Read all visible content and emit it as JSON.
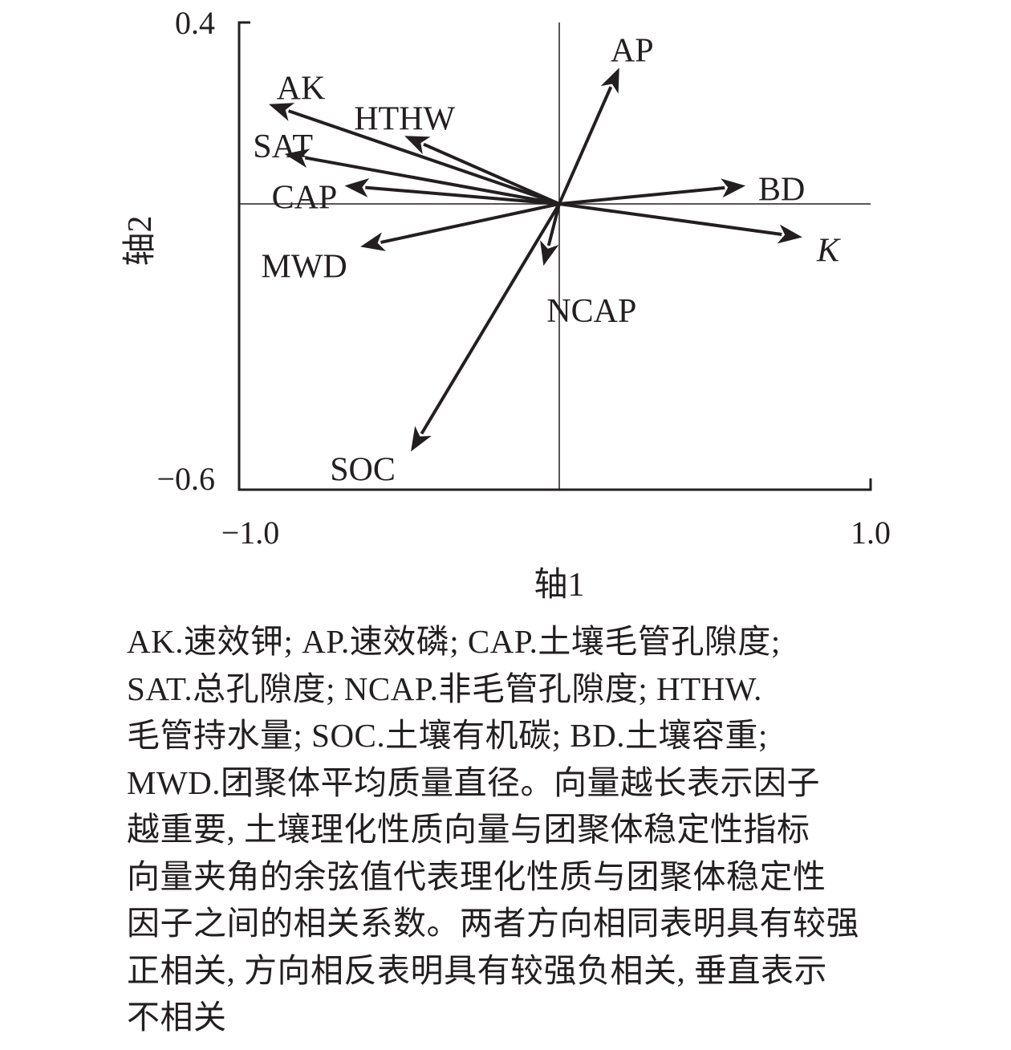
{
  "chart_data": {
    "type": "scatter",
    "subtype": "biplot-vectors",
    "xlabel": "轴1",
    "ylabel": "轴2",
    "xlim": [
      -1.0,
      1.0
    ],
    "ylim": [
      -0.6,
      0.4
    ],
    "x_ticks": [
      "−1.0",
      "1.0"
    ],
    "y_ticks": [
      "0.4",
      "−0.6"
    ],
    "grid": false,
    "zero_lines": true,
    "vectors": [
      {
        "name": "AK",
        "x": -0.92,
        "y": 0.22,
        "italic": false
      },
      {
        "name": "HTHW",
        "x": -0.49,
        "y": 0.15,
        "italic": false
      },
      {
        "name": "SAT",
        "x": -0.87,
        "y": 0.11,
        "italic": false
      },
      {
        "name": "CAP",
        "x": -0.68,
        "y": 0.04,
        "italic": false
      },
      {
        "name": "MWD",
        "x": -0.63,
        "y": -0.09,
        "italic": false
      },
      {
        "name": "SOC",
        "x": -0.47,
        "y": -0.52,
        "italic": false
      },
      {
        "name": "NCAP",
        "x": -0.05,
        "y": -0.13,
        "italic": false
      },
      {
        "name": "AP",
        "x": 0.19,
        "y": 0.3,
        "italic": false
      },
      {
        "name": "BD",
        "x": 0.59,
        "y": 0.04,
        "italic": false
      },
      {
        "name": "K",
        "x": 0.77,
        "y": -0.07,
        "italic": true
      }
    ]
  },
  "caption_lines": [
    "AK.速效钾; AP.速效磷; CAP.土壤毛管孔隙度;",
    "SAT.总孔隙度; NCAP.非毛管孔隙度; HTHW.",
    "毛管持水量; SOC.土壤有机碳; BD.土壤容重;",
    "MWD.团聚体平均质量直径。向量越长表示因子",
    "越重要, 土壤理化性质向量与团聚体稳定性指标",
    "向量夹角的余弦值代表理化性质与团聚体稳定性",
    "因子之间的相关系数。两者方向相同表明具有较强",
    "正相关, 方向相反表明具有较强负相关, 垂直表示",
    "不相关"
  ]
}
